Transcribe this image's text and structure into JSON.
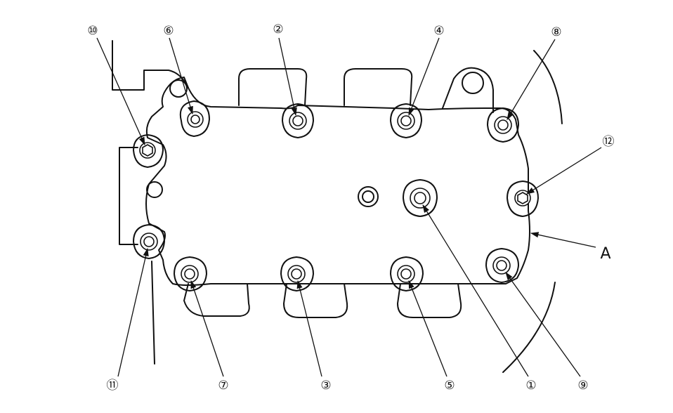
{
  "diagram": {
    "callouts": {
      "c1": "①",
      "c2": "②",
      "c3": "③",
      "c4": "④",
      "c5": "⑤",
      "c6": "⑥",
      "c7": "⑦",
      "c8": "⑧",
      "c9": "⑨",
      "c10": "⑩",
      "c11": "⑪",
      "c12": "⑫"
    },
    "label_a": "A"
  }
}
